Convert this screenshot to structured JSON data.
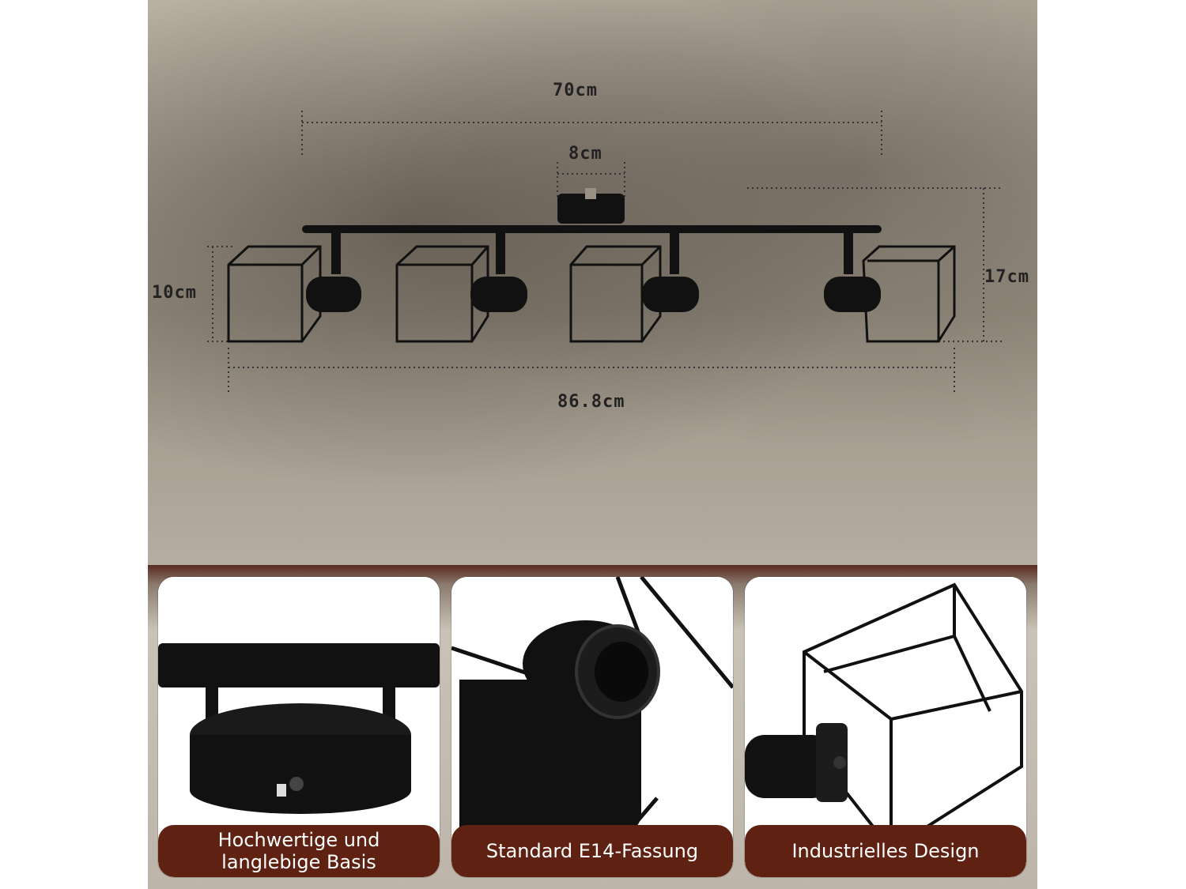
{
  "dimensions": {
    "top_width": "70cm",
    "base_width": "8cm",
    "height_total": "17cm",
    "cage_height": "10cm",
    "overall_length": "86.8cm"
  },
  "panels": [
    {
      "caption": "Hochwertige und langlebige Basis",
      "icon": "round-base-icon"
    },
    {
      "caption": "Standard E14-Fassung",
      "icon": "e14-socket-icon"
    },
    {
      "caption": "Industrielles Design",
      "icon": "wire-cage-icon"
    }
  ],
  "colors": {
    "caption_bg": "#5e2112",
    "fixture": "#111111"
  }
}
